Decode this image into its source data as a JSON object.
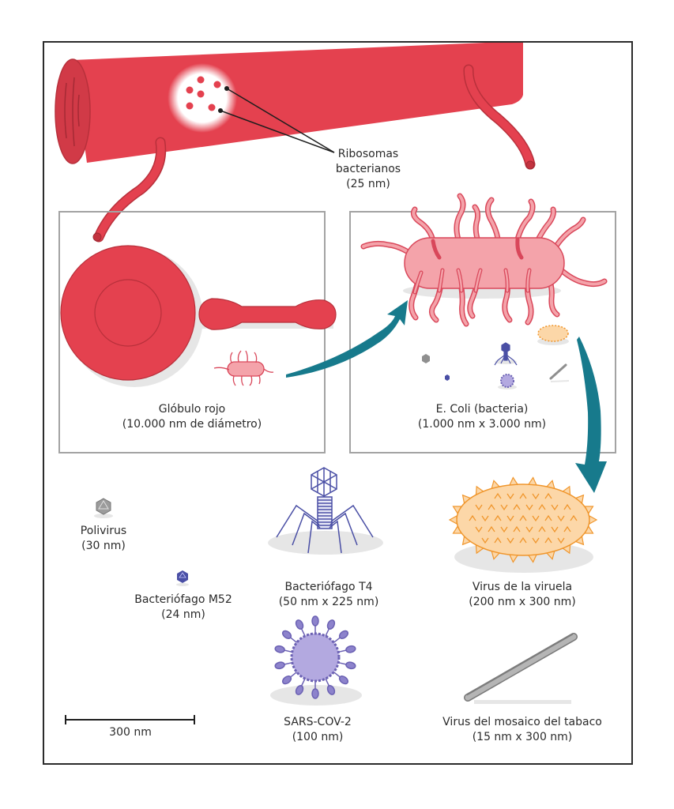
{
  "colors": {
    "blood_red": "#e4414f",
    "blood_dark": "#b8303b",
    "bacteria_fill": "#f4a3aa",
    "bacteria_stroke": "#d9475a",
    "arrow_teal": "#177a8c",
    "phage_blue": "#4a4fa5",
    "sars_purple": "#b3a9e0",
    "sars_stroke": "#6b61b3",
    "smallpox_fill": "#fcd7a8",
    "smallpox_stroke": "#f0962c",
    "tmv_gray": "#9b9b9b",
    "shadow": "#e6e6e6",
    "box_border": "#a3a3a3",
    "frame_border": "#2b2b2b"
  },
  "labels": {
    "ribosomes": {
      "line1": "Ribosomas",
      "line2": "bacterianos",
      "line3": "(25 nm)"
    },
    "red_blood_cell": {
      "line1": "Glóbulo rojo",
      "line2": "(10.000 nm de diámetro)"
    },
    "ecoli": {
      "line1": "E. Coli (bacteria)",
      "line2": "(1.000 nm x 3.000 nm)"
    },
    "poliovirus": {
      "line1": "Polivirus",
      "line2": "(30 nm)"
    },
    "phage_m52": {
      "line1": "Bacteriófago M52",
      "line2": "(24 nm)"
    },
    "phage_t4": {
      "line1": "Bacteriófago T4",
      "line2": "(50 nm x 225 nm)"
    },
    "smallpox": {
      "line1": "Virus de la viruela",
      "line2": "(200 nm x 300 nm)"
    },
    "sars_cov_2": {
      "line1": "SARS-COV-2",
      "line2": "(100 nm)"
    },
    "tmv": {
      "line1": "Virus del mosaico del tabaco",
      "line2": "(15 nm x 300 nm)"
    },
    "scale_bar": "300 nm"
  }
}
